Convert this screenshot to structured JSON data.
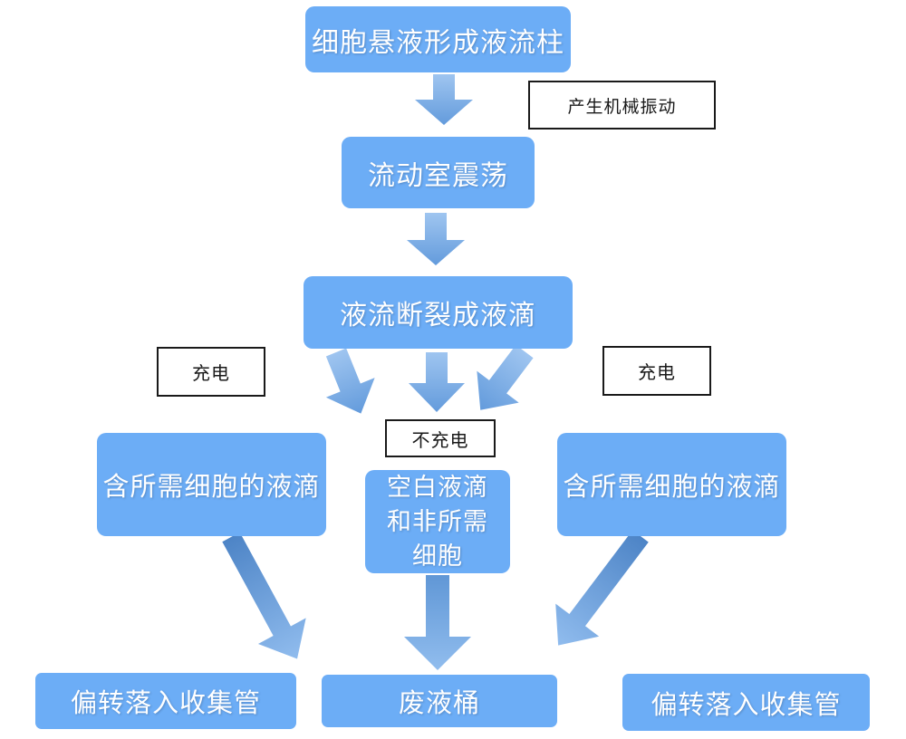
{
  "colors": {
    "background": "#FFFFFF",
    "node_fill": "#6CADF6",
    "node_text": "#FFFFFF",
    "arrow_light": "#9FC5F0",
    "arrow_deep": "#639BDC",
    "arrow_dark": "#4D84C6",
    "arrow_head_light": "#90BCEE",
    "label_border": "#1A1A1A",
    "label_text": "#1A1A1A"
  },
  "diagram": {
    "type": "flowchart",
    "nodes": [
      {
        "id": "cell-suspension-stream",
        "label": "细胞悬液形成液流柱"
      },
      {
        "id": "flow-chamber-oscillation",
        "label": "流动室震荡"
      },
      {
        "id": "stream-breaks-into-droplets",
        "label": "液流断裂成液滴"
      },
      {
        "id": "droplets-with-target-cells-left",
        "label": "含所需细胞的液滴"
      },
      {
        "id": "blank-droplets-and-unwanted-cells",
        "label": "空白液滴和非所需细胞"
      },
      {
        "id": "droplets-with-target-cells-right",
        "label": "含所需细胞的液滴"
      },
      {
        "id": "deflect-into-collection-tube-left",
        "label": "偏转落入收集管"
      },
      {
        "id": "waste-container",
        "label": "废液桶"
      },
      {
        "id": "deflect-into-collection-tube-right",
        "label": "偏转落入收集管"
      }
    ],
    "edge_labels": [
      {
        "id": "mechanical-vibration",
        "label": "产生机械振动"
      },
      {
        "id": "charge-left",
        "label": "充电"
      },
      {
        "id": "no-charge",
        "label": "不充电"
      },
      {
        "id": "charge-right",
        "label": "充电"
      }
    ]
  }
}
